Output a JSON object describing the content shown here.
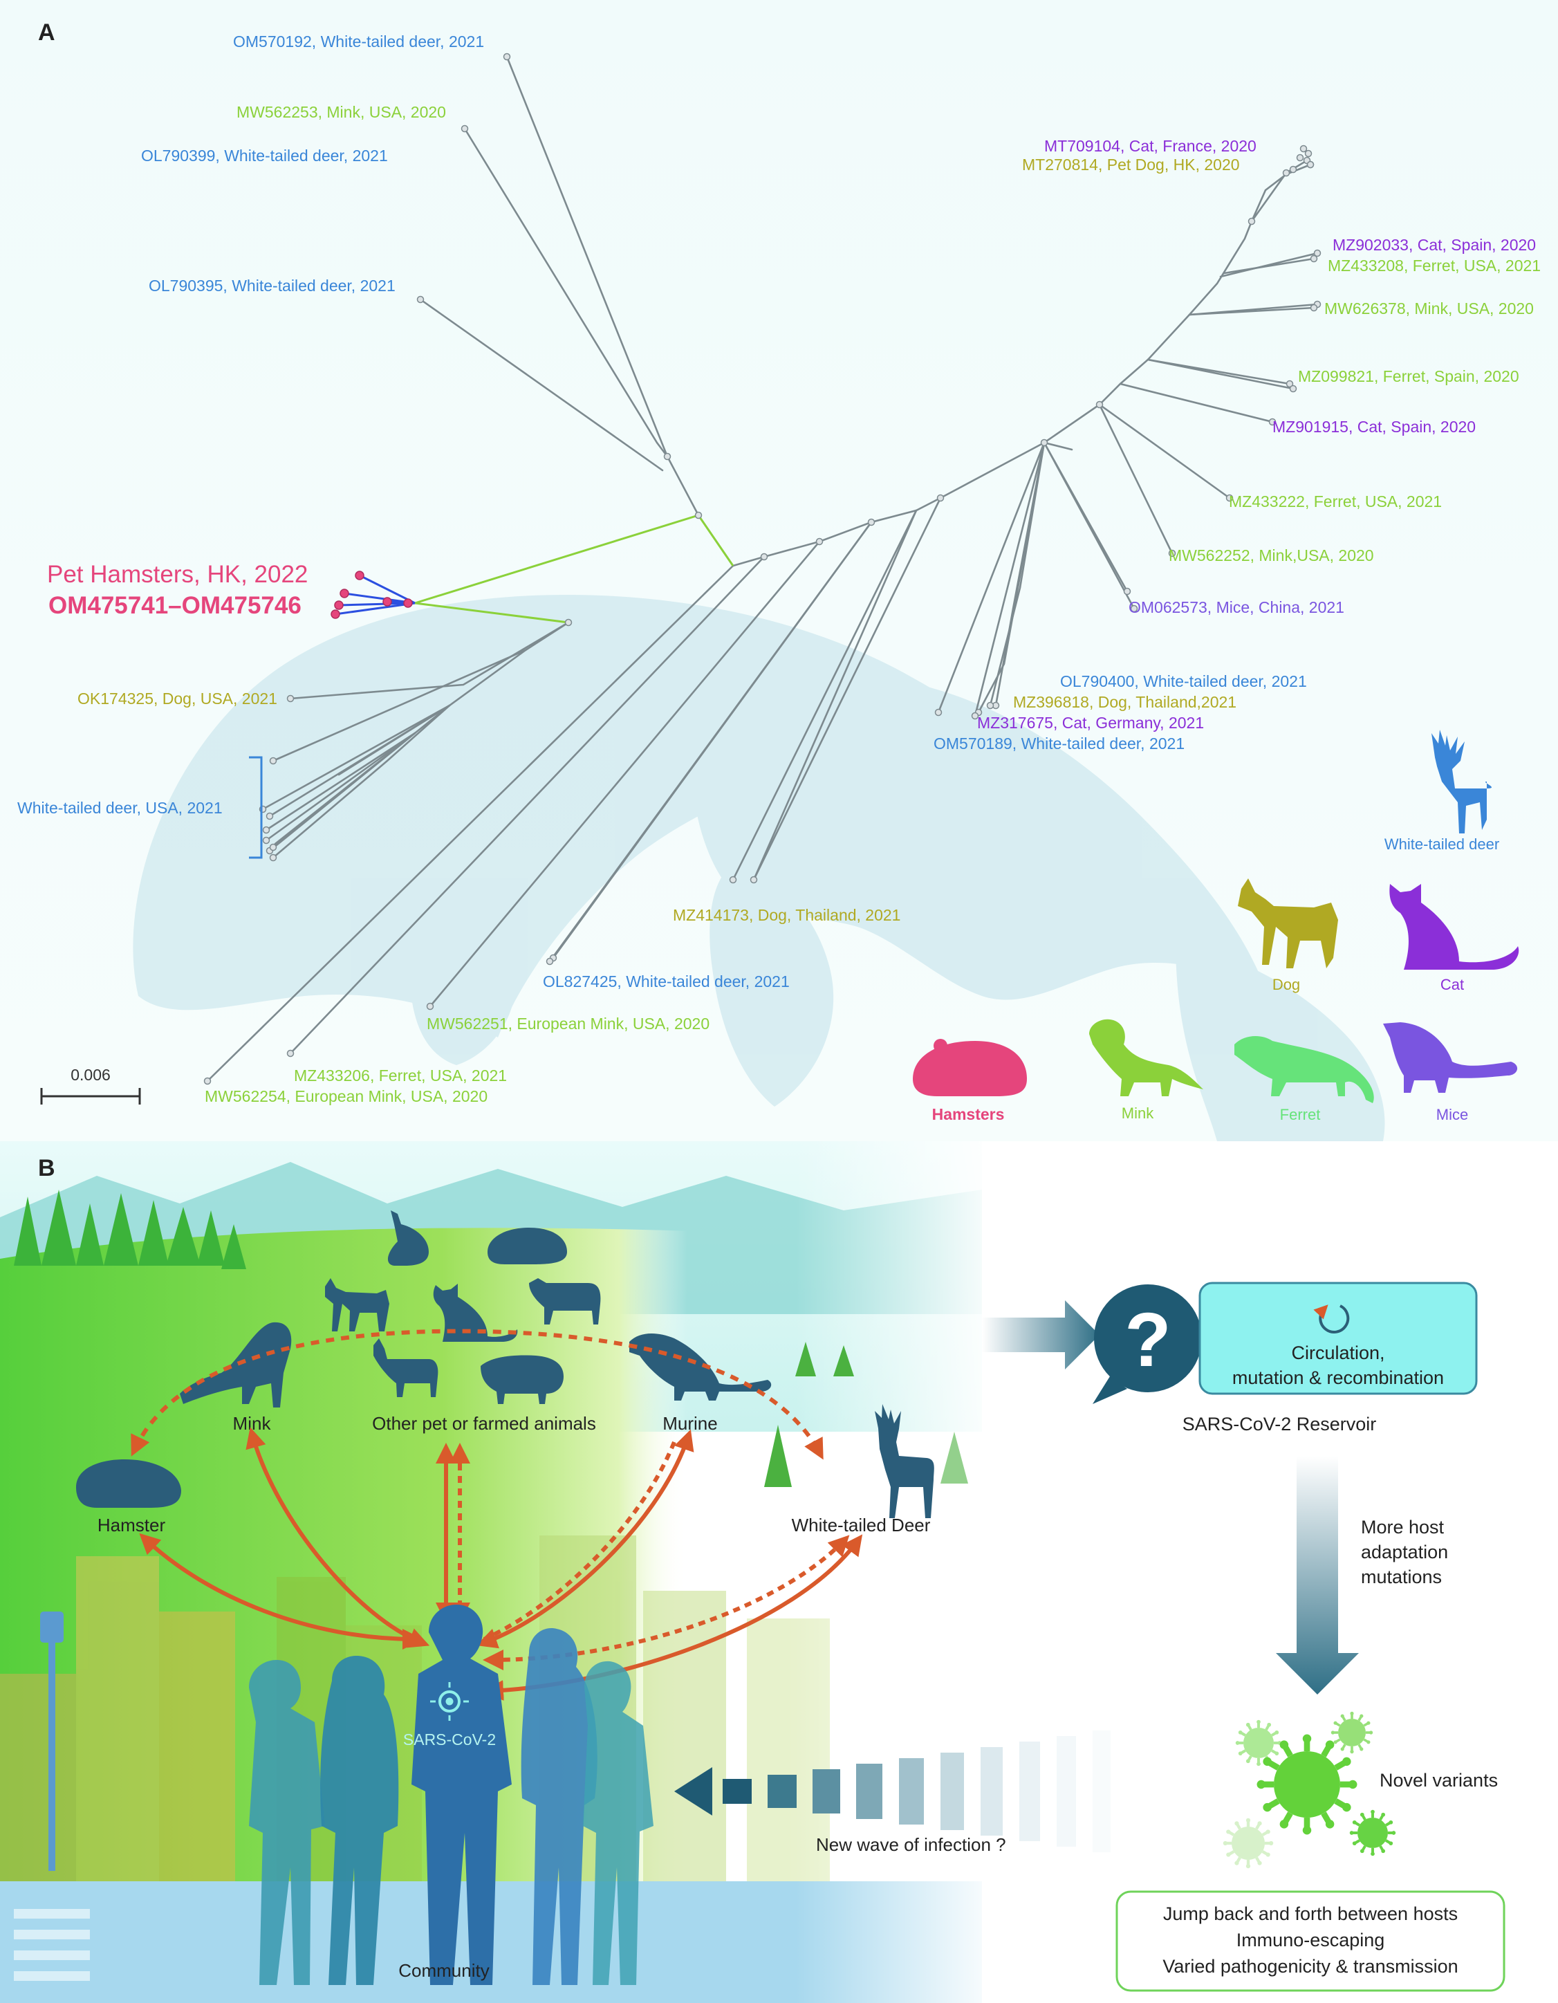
{
  "colors": {
    "deer": "#3a86d8",
    "mink": "#8bd13a",
    "dog": "#b0a923",
    "cat": "#8b2fd8",
    "mice": "#7a55e0",
    "hamster": "#e5457c",
    "branch": "#7d8a8f",
    "arrow": "#d95a2b",
    "silhouette": "#2b5d7a",
    "reservoir_box": "#8ef2ef"
  },
  "panel_a": {
    "label": "A",
    "scale_bar": "0.006",
    "hamster_label_1": "Pet Hamsters, HK, 2022",
    "hamster_label_2": "OM475741–OM475746",
    "deer_bracket": "White-tailed deer, USA, 2021",
    "tips": [
      {
        "text": "OM570192, White-tailed deer, 2021",
        "host": "deer"
      },
      {
        "text": "MW562253, Mink, USA, 2020",
        "host": "mink"
      },
      {
        "text": "OL790399, White-tailed deer, 2021",
        "host": "deer"
      },
      {
        "text": "OL790395, White-tailed deer, 2021",
        "host": "deer"
      },
      {
        "text": "MT709104, Cat, France, 2020",
        "host": "cat"
      },
      {
        "text": "MT270814,  Pet Dog, HK, 2020",
        "host": "dog"
      },
      {
        "text": "MZ902033, Cat, Spain, 2020",
        "host": "cat"
      },
      {
        "text": "MZ433208, Ferret, USA, 2021",
        "host": "mink"
      },
      {
        "text": "MW626378, Mink, USA, 2020",
        "host": "mink"
      },
      {
        "text": "MZ099821, Ferret, Spain, 2020",
        "host": "mink"
      },
      {
        "text": "MZ901915, Cat, Spain, 2020",
        "host": "cat"
      },
      {
        "text": "MZ433222, Ferret, USA, 2021",
        "host": "mink"
      },
      {
        "text": "MW562252, Mink,USA, 2020",
        "host": "mink"
      },
      {
        "text": "OM062573, Mice, China, 2021",
        "host": "mice"
      },
      {
        "text": "OL790400, White-tailed deer, 2021",
        "host": "deer"
      },
      {
        "text": "MZ396818, Dog, Thailand,2021",
        "host": "dog"
      },
      {
        "text": "MZ317675, Cat, Germany, 2021",
        "host": "cat"
      },
      {
        "text": "OM570189, White-tailed deer, 2021",
        "host": "deer"
      },
      {
        "text": "OK174325, Dog, USA, 2021",
        "host": "dog"
      },
      {
        "text": "MZ414173, Dog, Thailand, 2021",
        "host": "dog"
      },
      {
        "text": "OL827425, White-tailed deer, 2021",
        "host": "deer"
      },
      {
        "text": "MW562251, European Mink, USA, 2020",
        "host": "mink"
      },
      {
        "text": "MZ433206, Ferret, USA, 2021",
        "host": "mink"
      },
      {
        "text": "MW562254, European Mink, USA, 2020",
        "host": "mink"
      }
    ],
    "legend": [
      {
        "label": "White-tailed deer",
        "host": "deer"
      },
      {
        "label": "Dog",
        "host": "dog"
      },
      {
        "label": "Cat",
        "host": "cat"
      },
      {
        "label": "Hamsters",
        "host": "hamster"
      },
      {
        "label": "Mink",
        "host": "mink"
      },
      {
        "label": "Ferret",
        "host": "mink"
      },
      {
        "label": "Mice",
        "host": "mice"
      }
    ]
  },
  "panel_b": {
    "label": "B",
    "hosts": {
      "mink": "Mink",
      "other": "Other pet or farmed animals",
      "murine": "Murine",
      "hamster": "Hamster",
      "deer": "White-tailed Deer"
    },
    "virus": "SARS-CoV-2",
    "community": "Community",
    "reservoir_title": "SARS-CoV-2 Reservoir",
    "reservoir_box": [
      "Circulation,",
      "mutation & recombination"
    ],
    "question": "?",
    "adaptation": [
      "More host",
      "adaptation",
      "mutations"
    ],
    "novel_variants": "Novel variants",
    "new_wave": "New wave of infection ?",
    "outcomes": [
      "Jump back and forth between hosts",
      "Immuno-escaping",
      "Varied pathogenicity & transmission"
    ]
  }
}
